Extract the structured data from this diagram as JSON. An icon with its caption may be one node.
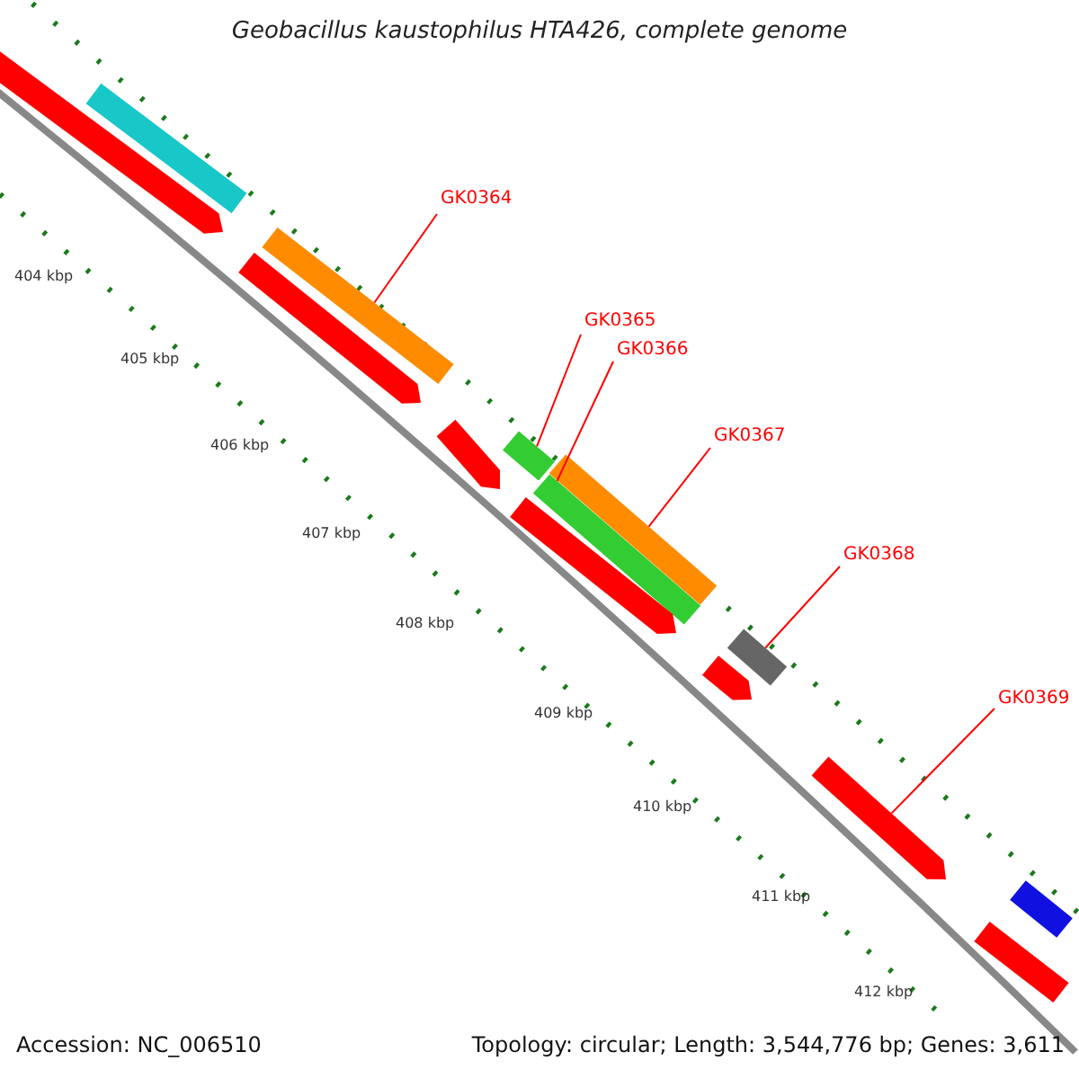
{
  "diagram": {
    "title": "Geobacillus kaustophilus HTA426, complete genome",
    "nodes": [
      {
        "text": [
          "GK0364"
        ]
      },
      {
        "text": [
          "GK0365"
        ]
      },
      {
        "text": [
          "GK0366"
        ]
      },
      {
        "text": [
          "GK0367"
        ]
      },
      {
        "text": [
          "GK0368"
        ]
      },
      {
        "text": [
          "GK0369"
        ]
      },
      {
        "text": [],
        "shape": "bar"
      },
      {
        "text": [],
        "shape": "bar"
      },
      {
        "text": [],
        "shape": "bar"
      },
      {
        "text": [],
        "shape": "bar"
      },
      {
        "text": [],
        "shape": "bar"
      },
      {
        "text": [],
        "shape": "bar"
      },
      {
        "text": [],
        "shape": "bar"
      },
      {
        "text": [],
        "shape": "bar"
      },
      {
        "text": [],
        "shape": "bar"
      },
      {
        "text": [],
        "shape": "bar"
      },
      {
        "text": [],
        "shape": "bar"
      },
      {
        "text": [],
        "shape": "bar"
      },
      {
        "text": [],
        "shape": "bar"
      },
      {
        "text": [],
        "shape": "bar"
      }
    ],
    "edges": [
      {
        "from": 0,
        "to": 6,
        "arrow": "none"
      },
      {
        "from": 1,
        "to": 7,
        "arrow": "none"
      },
      {
        "from": 2,
        "to": 8,
        "arrow": "none"
      },
      {
        "from": 3,
        "to": 9,
        "arrow": "none"
      },
      {
        "from": 4,
        "to": 10,
        "arrow": "none"
      },
      {
        "from": 5,
        "to": 11,
        "arrow": "none"
      }
    ],
    "labels": [
      "404 kbp",
      "405 kbp",
      "406 kbp",
      "407 kbp",
      "408 kbp",
      "409 kbp",
      "410 kbp",
      "411 kbp",
      "412 kbp",
      "Accession: NC_006510",
      "Topology: circular; Length: 3,544,776 bp; Genes: 3,611"
    ]
  }
}
